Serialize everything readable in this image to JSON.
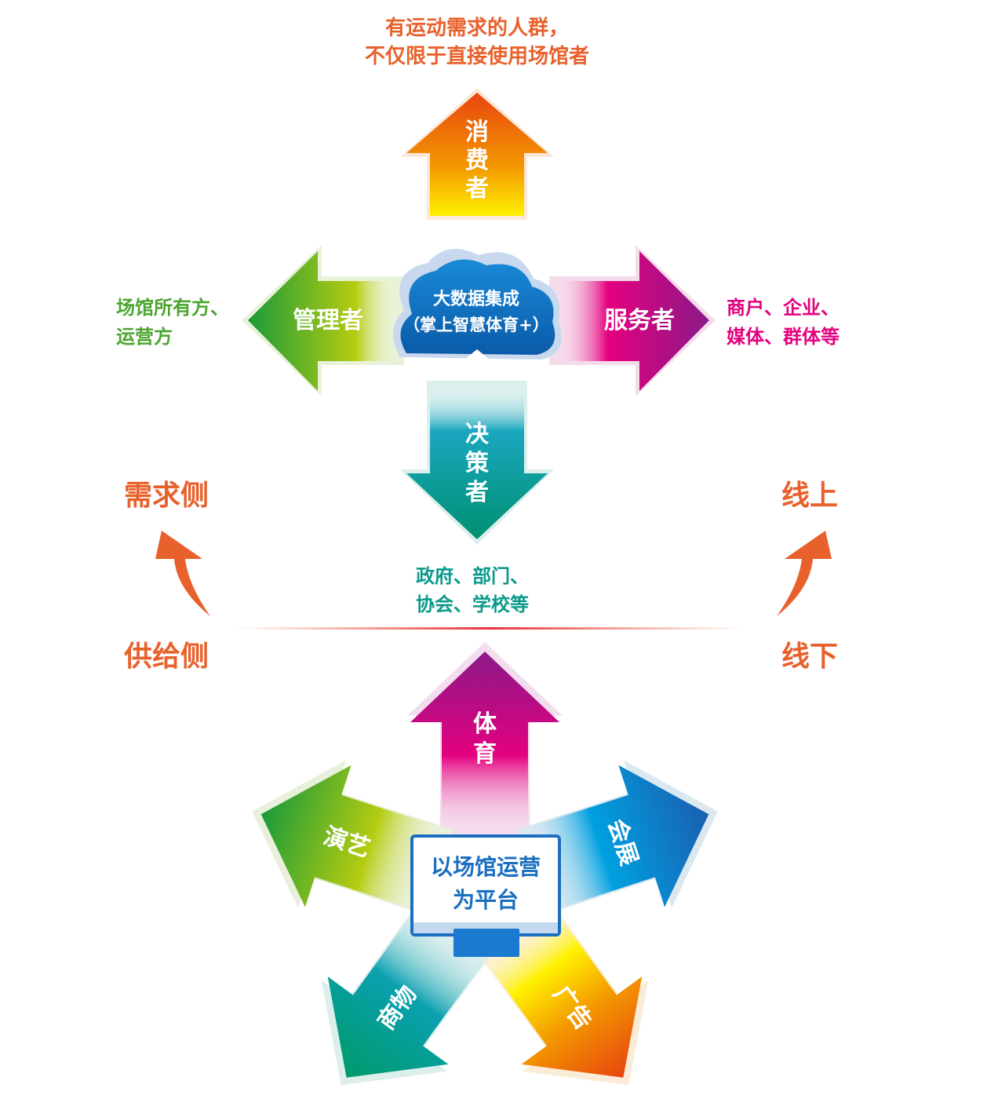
{
  "top": {
    "caption_line1": "有运动需求的人群，",
    "caption_line2": "不仅限于直接使用场馆者",
    "arrow_label": [
      "消",
      "费",
      "者"
    ]
  },
  "left": {
    "arrow_label": "管理者",
    "caption_line1": "场馆所有方、",
    "caption_line2": "运营方"
  },
  "right": {
    "arrow_label": "服务者",
    "caption_line1": "商户、企业、",
    "caption_line2": "媒体、群体等"
  },
  "down": {
    "arrow_label": [
      "决",
      "策",
      "者"
    ],
    "caption_line1": "政府、部门、",
    "caption_line2": "协会、学校等"
  },
  "cloud": {
    "line1": "大数据集成",
    "line2": "（掌上智慧体育+）"
  },
  "sides": {
    "demand": "需求侧",
    "supply": "供给侧",
    "online": "线上",
    "offline": "线下"
  },
  "platform": {
    "line1": "以场馆运营",
    "line2": "为平台"
  },
  "bottom_arrows": {
    "sports": [
      "体",
      "育"
    ],
    "exhibition": "会展",
    "advertising": "广告",
    "commerce": "商物",
    "performance": "演艺"
  },
  "colors": {
    "orange_text": "#e8612c",
    "green_text": "#4aa52e",
    "pink_text": "#e4007f",
    "teal_text": "#0a9a8a",
    "blue": "#1a6fc0"
  }
}
